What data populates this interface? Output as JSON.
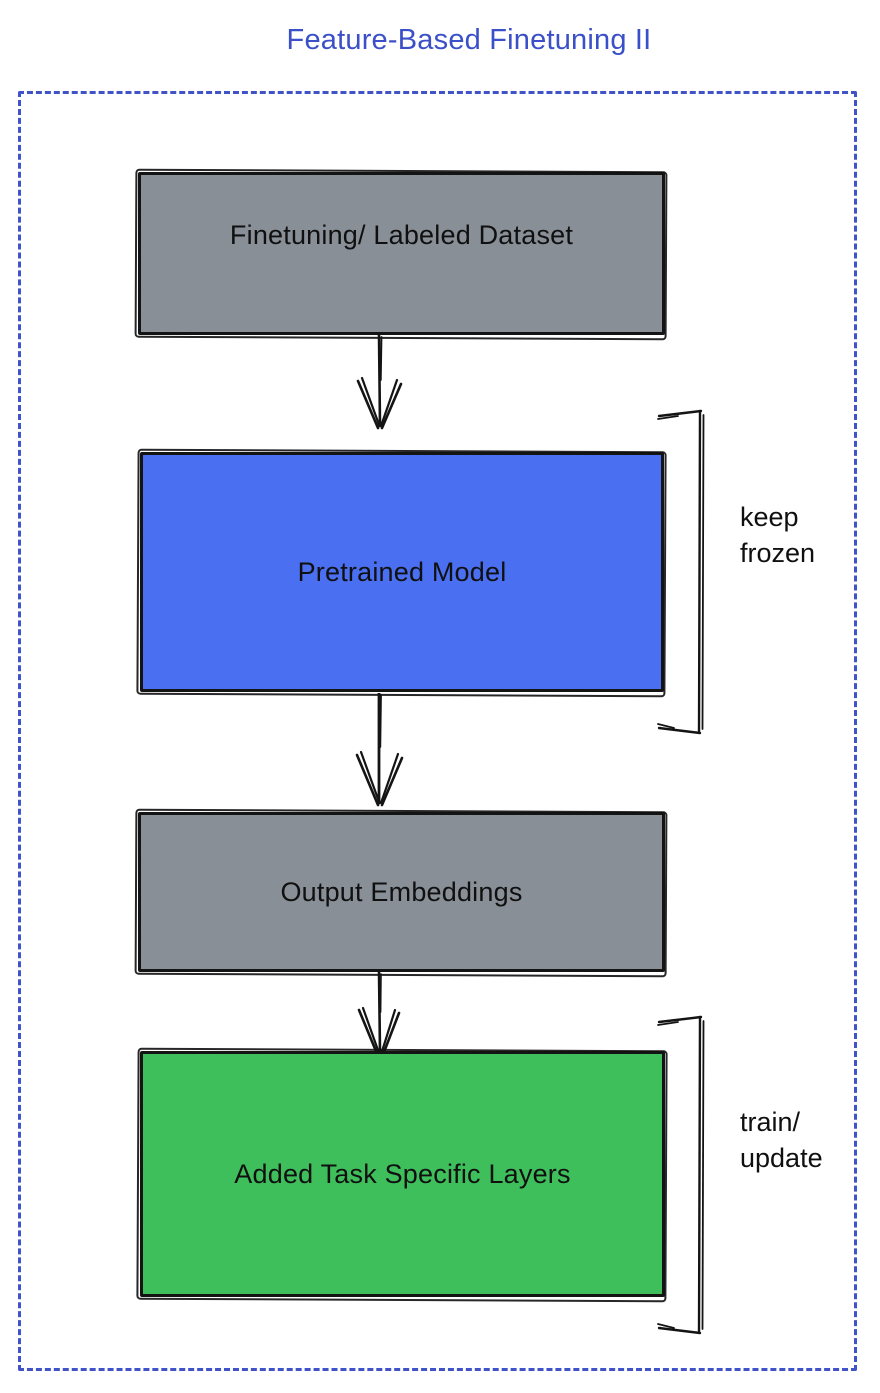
{
  "title": {
    "text": "Feature-Based Finetuning II"
  },
  "colors": {
    "title_blue": "#3b50c8",
    "frame_blue": "#4053c8",
    "gray_fill": "#888f97",
    "blue_fill": "#4a6ff0",
    "green_fill": "#3fbe5c",
    "ink": "#141414"
  },
  "boxes": [
    {
      "label": "Finetuning/ Labeled Dataset",
      "fill": "gray"
    },
    {
      "label": "Pretrained Model",
      "fill": "blue"
    },
    {
      "label": "Output Embeddings",
      "fill": "gray"
    },
    {
      "label": "Added Task Specific Layers",
      "fill": "green"
    }
  ],
  "annotations": [
    {
      "lines": [
        "keep",
        "frozen"
      ]
    },
    {
      "lines": [
        "train/",
        "update"
      ]
    }
  ]
}
